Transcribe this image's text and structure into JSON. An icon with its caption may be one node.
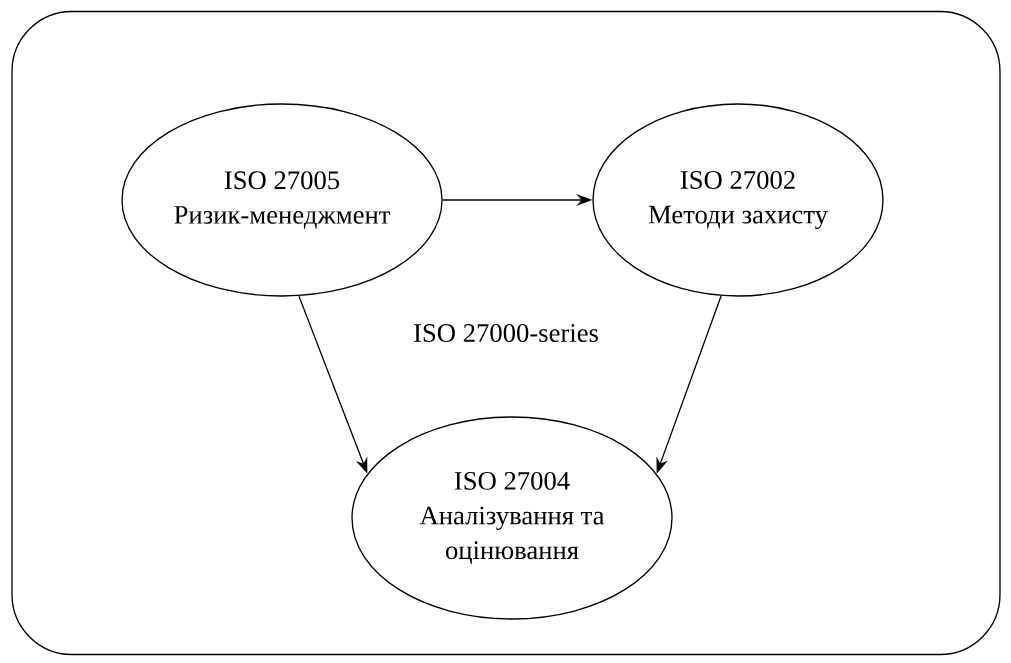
{
  "diagram": {
    "nodes": [
      {
        "text": [
          "ISO 27000-series"
        ]
      },
      {
        "text": [
          "ISO 27005",
          "Ризик-менеджмент"
        ],
        "in": 0
      },
      {
        "text": [
          "ISO 27002",
          "Методи захисту"
        ],
        "in": 0
      },
      {
        "text": [
          "ISO 27004",
          "Аналізування та оцінювання"
        ],
        "in": 0
      }
    ],
    "edges": [
      {
        "from": 1,
        "to": 2,
        "arrow": "to"
      },
      {
        "from": 1,
        "to": 3,
        "arrow": "to"
      },
      {
        "from": 2,
        "to": 3,
        "arrow": "to"
      }
    ]
  }
}
